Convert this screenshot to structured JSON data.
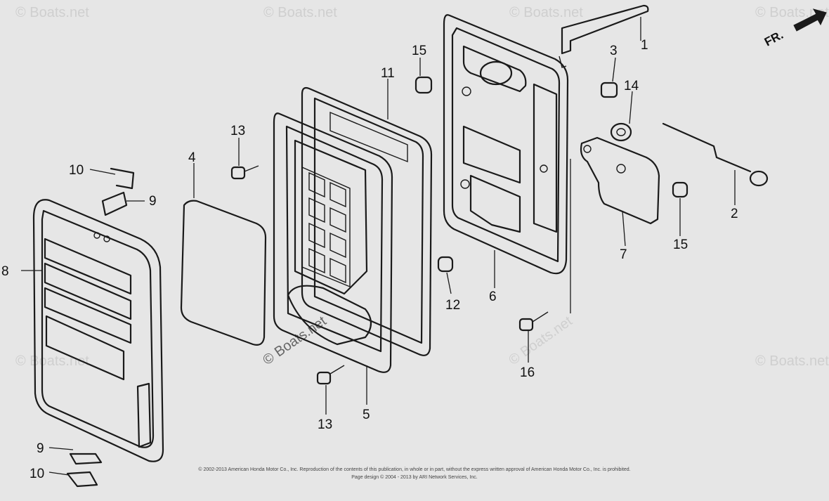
{
  "direction_label": "FR.",
  "callouts": [
    "1",
    "2",
    "3",
    "4",
    "5",
    "6",
    "7",
    "8",
    "9",
    "10",
    "11",
    "12",
    "13",
    "14",
    "15",
    "16"
  ],
  "watermark": "© Boats.net",
  "copyright_line1": "© 2002-2013 American Honda Motor Co., Inc. Reproduction of the contents of this publication, in whole or in part, without the express written approval of American Honda Motor Co., Inc. is prohibited.",
  "copyright_line2": "Page design © 2004 - 2013 by ARI Network Services, Inc."
}
